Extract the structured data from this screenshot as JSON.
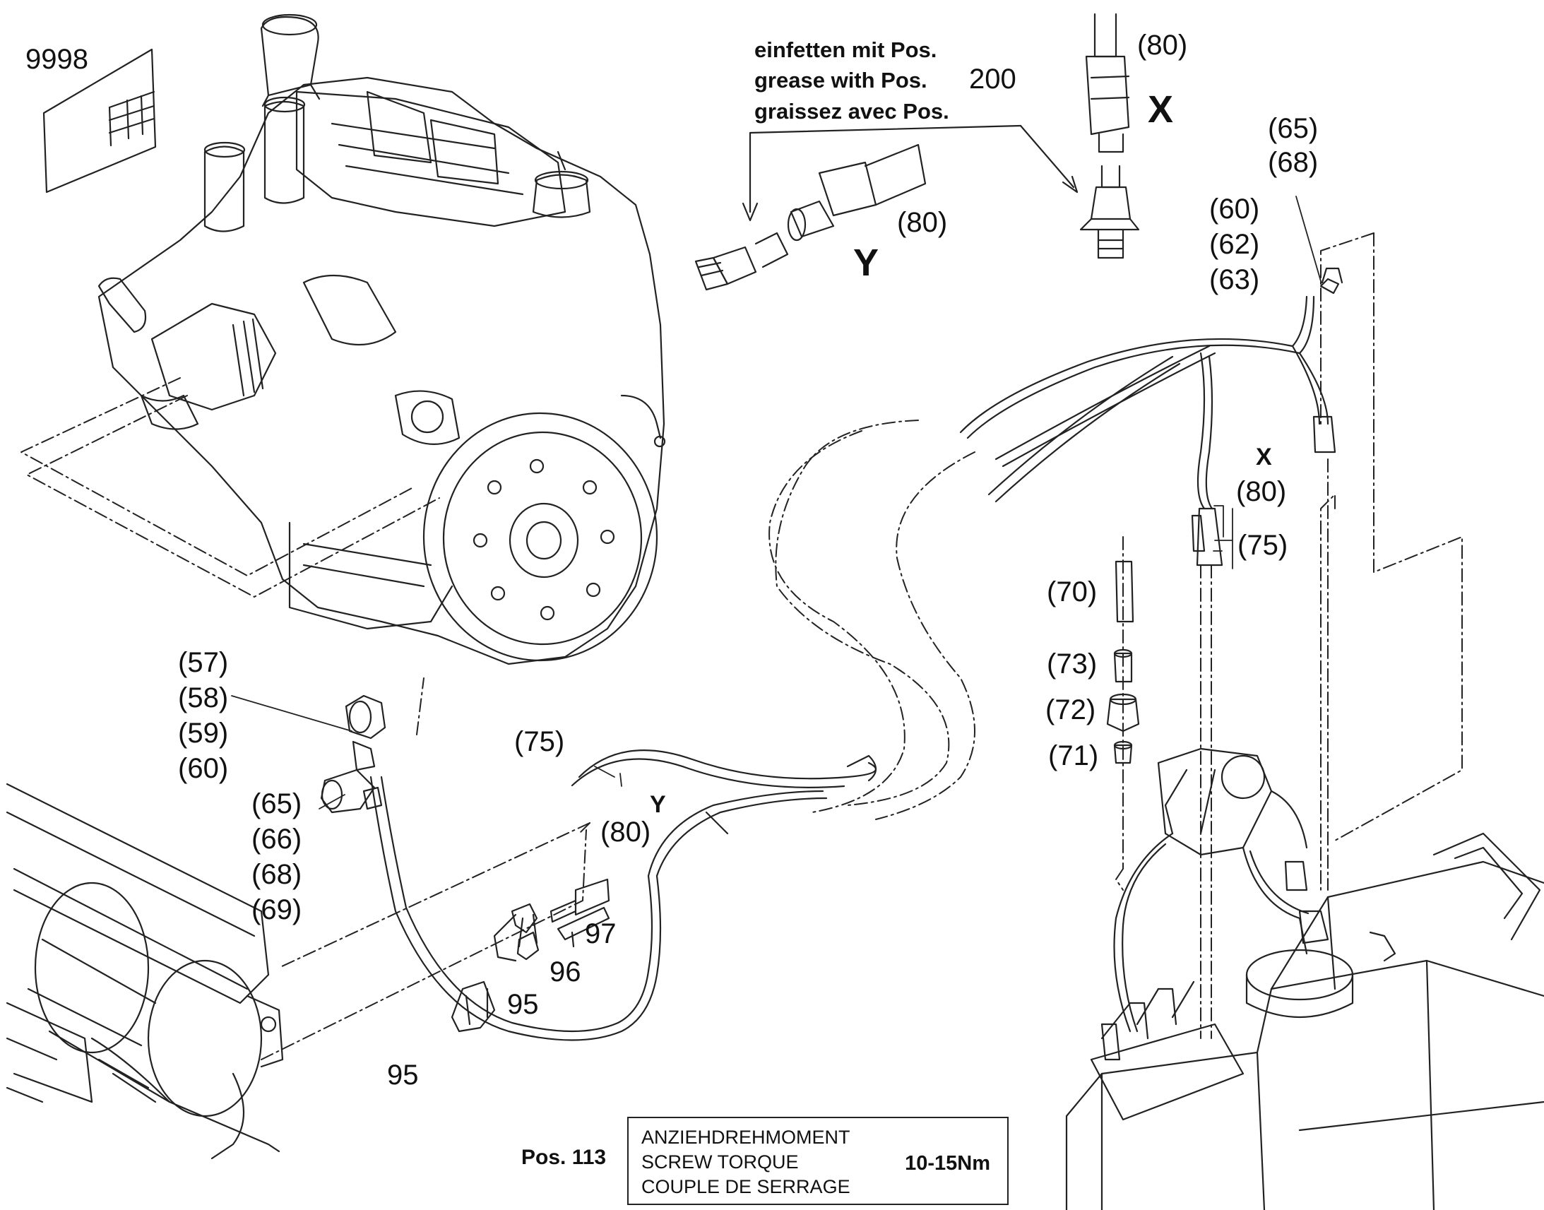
{
  "sheet_number": "9998",
  "grease_note": {
    "de": "einfetten mit Pos.",
    "en": "grease with Pos.",
    "fr": "graissez avec Pos.",
    "pos": "200"
  },
  "detail_x": {
    "letter": "X",
    "label": "(80)"
  },
  "detail_y": {
    "letter": "Y",
    "label": "(80)"
  },
  "callouts": {
    "p65_68_top": [
      "(65)",
      "(68)"
    ],
    "p60_63": [
      "(60)",
      "(62)",
      "(63)"
    ],
    "x_mark": "X",
    "p80_right": "(80)",
    "p75_right": "(75)",
    "p70": "(70)",
    "p73": "(73)",
    "p72": "(72)",
    "p71": "(71)",
    "p57_60": [
      "(57)",
      "(58)",
      "(59)",
      "(60)"
    ],
    "p65_69": [
      "(65)",
      "(66)",
      "(68)",
      "(69)"
    ],
    "p75_left": "(75)",
    "y_mark": "Y",
    "p80_left": "(80)",
    "p97": "97",
    "p96": "96",
    "p95_a": "95",
    "p95_b": "95"
  },
  "torque": {
    "pos_label": "Pos. 113",
    "de": "ANZIEHDREHMOMENT",
    "en": "SCREW TORQUE",
    "fr": "COUPLE DE SERRAGE",
    "value": "10-15Nm"
  }
}
